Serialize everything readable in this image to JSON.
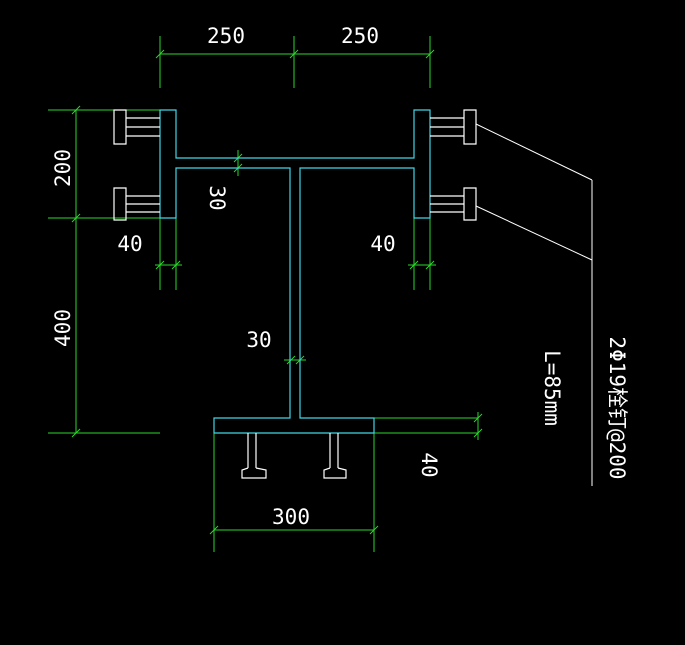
{
  "dimensions": {
    "top_left_width": "250",
    "top_right_width": "250",
    "top_flange_height": "200",
    "web_height": "400",
    "top_flange_thickness": "30",
    "left_flange_thickness": "40",
    "right_flange_thickness": "40",
    "web_thickness": "30",
    "bottom_flange_width": "300",
    "bottom_flange_thickness": "40"
  },
  "annotations": {
    "stud_spec": "2Φ19栓钉@200",
    "stud_length": "L=85mm"
  },
  "colors": {
    "background": "#000000",
    "dimension_lines": "#2bd82b",
    "steel_outline": "#3fd6e6",
    "studs": "#ffffff"
  }
}
